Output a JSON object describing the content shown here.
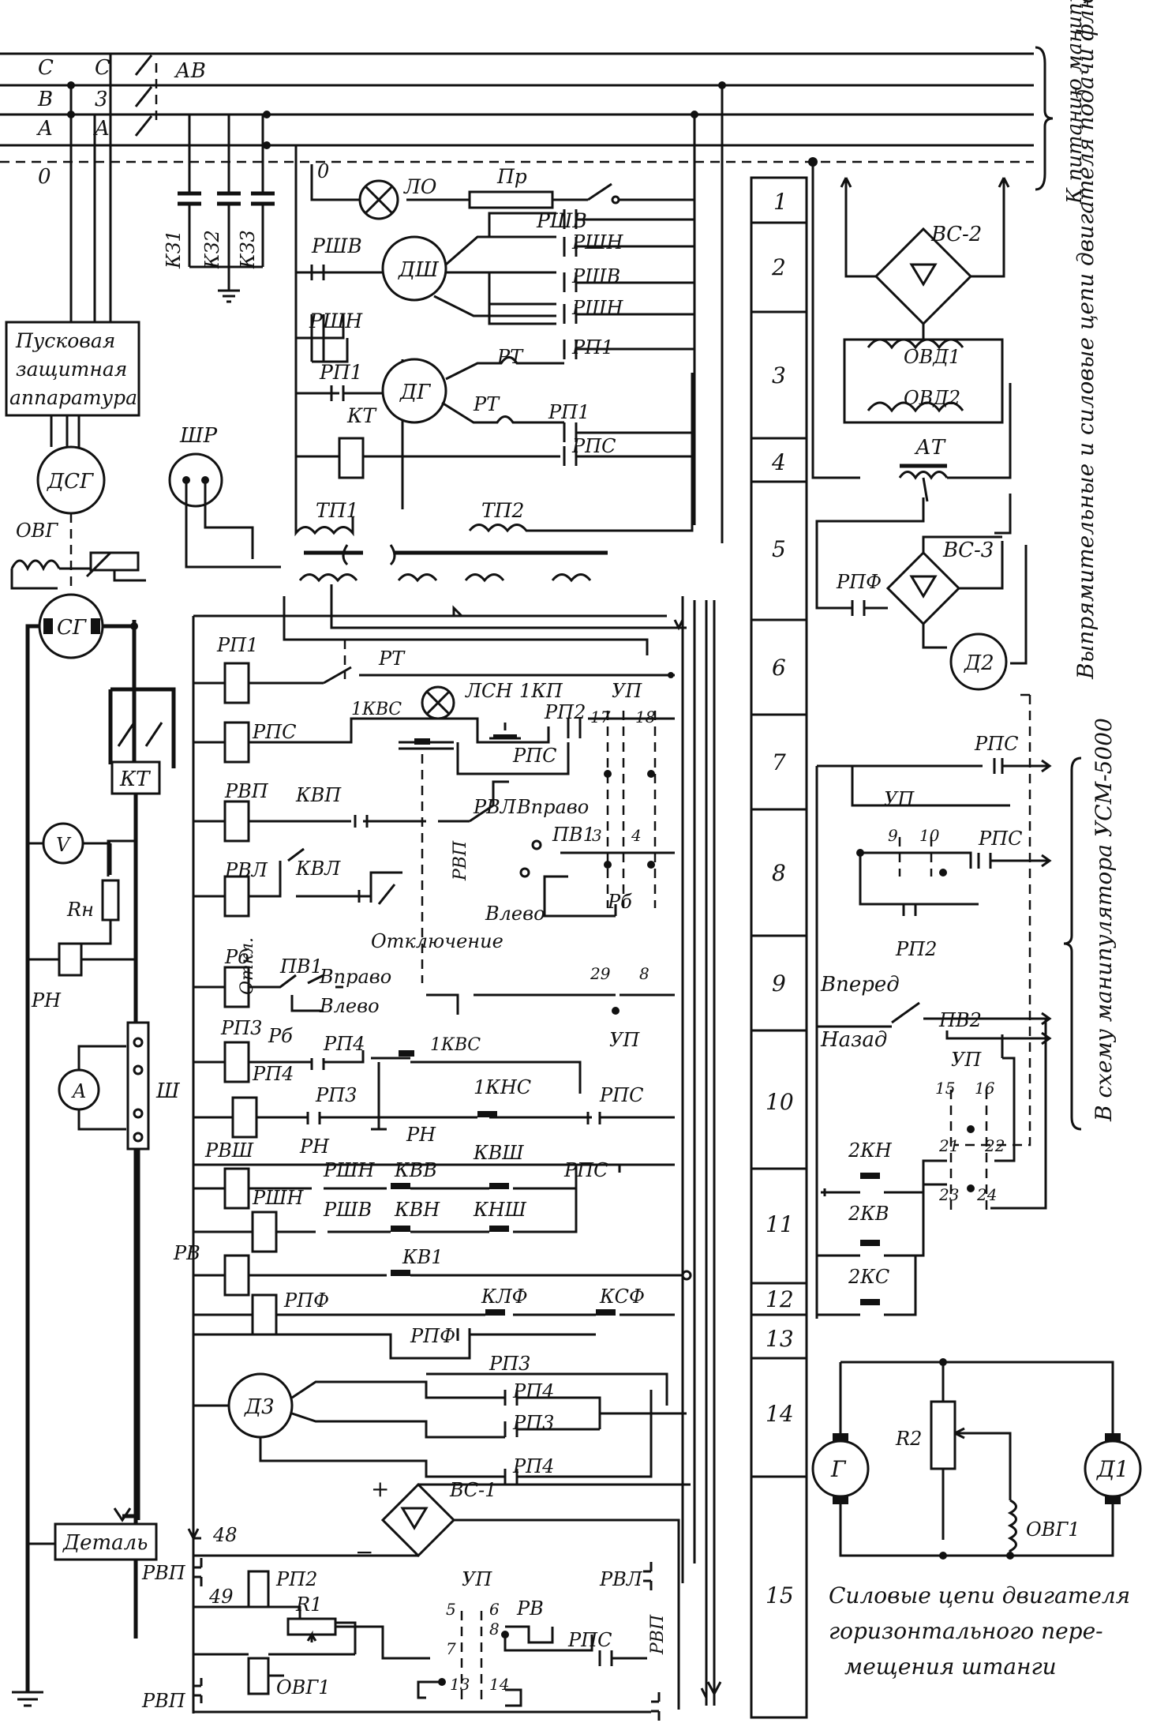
{
  "bus": {
    "phase_left": [
      "C",
      "B",
      "A",
      "0"
    ],
    "phase_right": [
      "C",
      "3",
      "A"
    ],
    "breaker": "АВ",
    "right_note": "К питанию манипуля-тора"
  },
  "caps": [
    "КЗ1",
    "КЗ2",
    "КЗ3"
  ],
  "start_box": [
    "Пусковая",
    "защитная",
    "аппаратура"
  ],
  "motor_labels": {
    "dsg": "ДСГ",
    "ovg": "ОВГ",
    "sg": "СГ",
    "kt_left": "КТ",
    "v": "V",
    "rn": "Rн",
    "rn_relay": "РН",
    "a": "A",
    "sh": "Ш",
    "detail": "Деталь",
    "shr": "ШР"
  },
  "block1": {
    "lo0": "0",
    "lo": "ЛО",
    "pr": "Пр",
    "rshv_top": "РШВ",
    "rshv_l": "РШВ",
    "rshn_l": "РШН",
    "dsh": "ДШ",
    "k1": "РШН",
    "k2": "РШВ",
    "k3": "РШН",
    "rp1_l": "РП1",
    "dg": "ДГ",
    "rt1": "РТ",
    "rt2": "РТ",
    "k4": "РП1",
    "kt": "КТ",
    "k5": "РП1",
    "k6": "РПС",
    "tp1": "ТП1",
    "tp2": "ТП2"
  },
  "control": {
    "rp1": "РП1",
    "rt": "РТ",
    "rps": "РПС",
    "kvs1": "1КВС",
    "lsn": "ЛСН",
    "kp1": "1КП",
    "up1": "УП",
    "rp2": "РП2",
    "rps2": "РПС",
    "n17": "17",
    "n18": "18",
    "rvp": "РВП",
    "kvp": "КВП",
    "rvl_t": "РВЛ",
    "vpravo_t": "Вправо",
    "rvl": "РВЛ",
    "kvl": "КВЛ",
    "pv1_t": "ПВ1",
    "n3": "3",
    "n4": "4",
    "rvp_v": "РВП",
    "vlevo_t": "Влево",
    "otkl_full": "Отключение",
    "rb_t": "Рб",
    "rb": "Рб",
    "otkl": "Откл.",
    "pv1": "ПВ1",
    "vpravo": "Вправо",
    "vlevo": "Влево",
    "rb2": "Рб",
    "n29": "29",
    "n8": "8",
    "up2": "УП",
    "rp3": "РП3",
    "rp4_t": "РП4",
    "kvs1b": "1КВС",
    "rp4": "РП4",
    "rp3b": "РП3",
    "kns1": "1КНС",
    "rps3": "РПС",
    "rn": "РН",
    "rn2": "РН",
    "rvsh": "РВШ",
    "rshn": "РШН",
    "kvv": "КВВ",
    "kvsh": "КВШ",
    "rps4": "РПС",
    "rshn2": "РШН",
    "rshv": "РШВ",
    "kvn": "КВН",
    "knsh": "КНШ",
    "rv": "РВ",
    "kv1": "КВ1",
    "rpf": "РПФ",
    "klf": "КЛФ",
    "ksf": "КСФ",
    "rpf2": "РПФ",
    "rp3c": "РП3",
    "d3": "Д3",
    "rp4b": "РП4",
    "rp3d": "РП3",
    "rp4c": "РП4",
    "plus": "+",
    "minus": "−",
    "vs1": "ВС-1",
    "n48": "48",
    "rvp_a": "РВП",
    "rp2b": "РП2",
    "up3": "УП",
    "rvl_a": "РВЛ",
    "n49": "49",
    "r1": "R1",
    "n5": "5",
    "n6": "6",
    "rv2": "РВ",
    "n7": "7",
    "n8b": "8",
    "rps5": "РПС",
    "rvp_v2": "РВП",
    "rvp_b": "РВП",
    "ovg1": "ОВГ1",
    "n13": "13",
    "n14": "14"
  },
  "numbers": [
    "1",
    "2",
    "3",
    "4",
    "5",
    "6",
    "7",
    "8",
    "9",
    "10",
    "11",
    "12",
    "13",
    "14",
    "15"
  ],
  "right": {
    "vs2": "ВС-2",
    "ovd1": "ОВД1",
    "ovd2": "ОВД2",
    "at": "АТ",
    "rpf": "РПФ",
    "vs3": "ВС-3",
    "d2": "Д2",
    "vertical_title": "Выпрямительные и силовые цепи двигателя подачи флюса",
    "rps": "РПС",
    "up": "УП",
    "n9": "9",
    "n10": "10",
    "rps2": "РПС",
    "rp2": "РП2",
    "vpered": "Вперед",
    "nazad": "Назад",
    "pv2": "ПВ2",
    "up2": "УП",
    "n15": "15",
    "n16": "16",
    "kn2": "2КН",
    "n21": "21",
    "n22": "22",
    "kv2": "2КВ",
    "n23": "23",
    "n24": "24",
    "ks2": "2КС",
    "manip_title": "В схему манипулятора  УСМ-5000",
    "g": "Г",
    "r2": "R2",
    "d1": "Д1",
    "ovg1": "ОВГ1",
    "caption": [
      "Силовые цепи двигателя",
      "горизонтального пере-",
      "мещения штанги"
    ]
  }
}
